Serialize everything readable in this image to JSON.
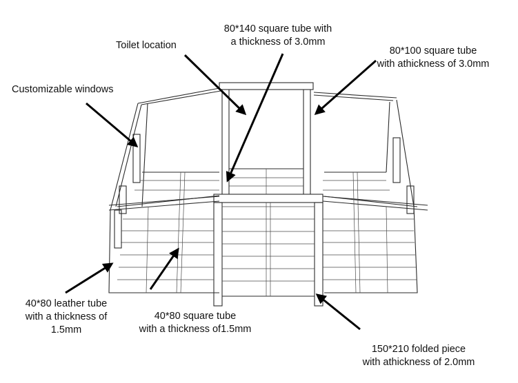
{
  "labels": {
    "toilet": "Toilet location",
    "tube140_line1": "80*140 square tube with",
    "tube140_line2": "a thickness of 3.0mm",
    "tube100_line1": "80*100 square tube",
    "tube100_line2": "with athickness of 3.0mm",
    "windows": "Customizable windows",
    "leather_line1": "40*80 leather tube",
    "leather_line2": "with a thickness of",
    "leather_line3": "1.5mm",
    "square_line1": "40*80 square tube",
    "square_line2": "with a thickness of1.5mm",
    "folded_line1": "150*210 folded piece",
    "folded_line2": "with athickness of 2.0mm"
  },
  "colors": {
    "line": "#2a2a2a",
    "arrow": "#000000",
    "text": "#111111"
  }
}
